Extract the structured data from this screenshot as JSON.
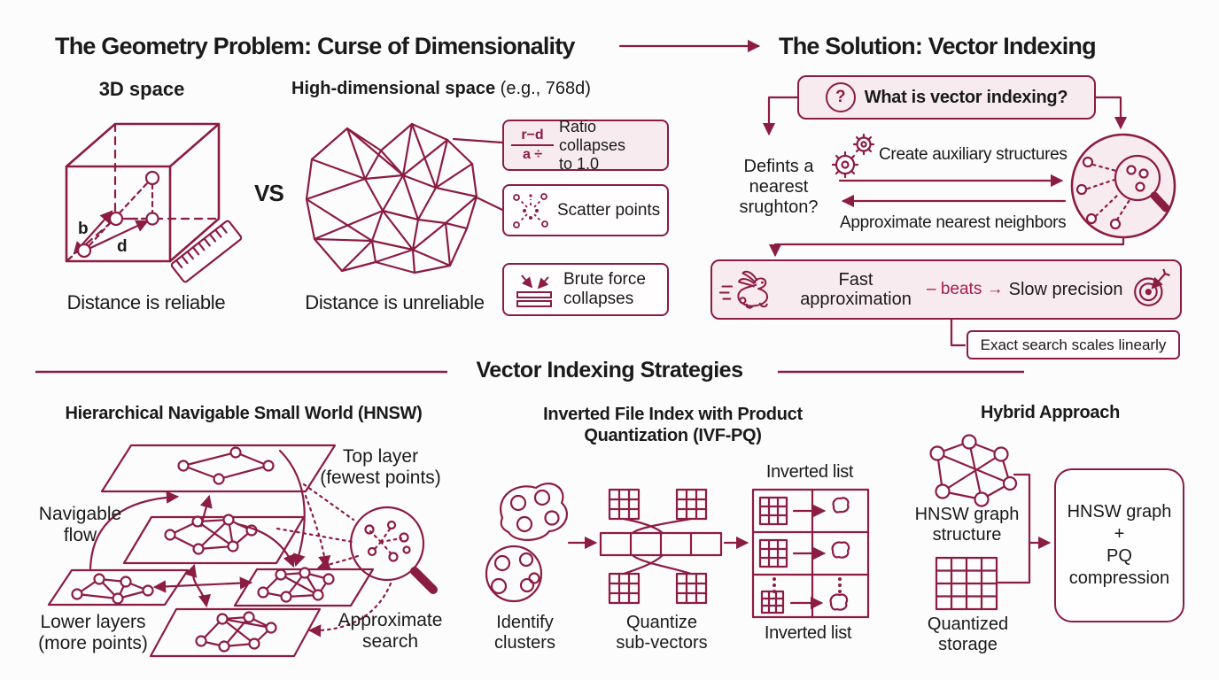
{
  "colors": {
    "maroon": "#8b1c42",
    "accent": "#a61e4d",
    "pink_fill": "#f7ebef",
    "text": "#1a1a1a",
    "background": "#fdfcfc"
  },
  "header": {
    "problem_title": "The Geometry Problem: Curse of Dimensionality",
    "solution_title": "The Solution: Vector Indexing"
  },
  "geometry": {
    "space_3d": "3D space",
    "high_dim": "High-dimensional space",
    "high_dim_note": "(e.g., 768d)",
    "versus": "VS",
    "edge_b": "b",
    "edge_d": "d",
    "reliable": "Distance is reliable",
    "unreliable": "Distance is unreliable",
    "ratio_numerator": "r−d",
    "ratio_denominator": "a ÷",
    "ratio_line1": "Ratio collapses",
    "ratio_line2": "to 1.0",
    "scatter_label": "Scatter points",
    "brute_line1": "Brute force",
    "brute_line2": "collapses"
  },
  "solution": {
    "question_mark": "?",
    "question": "What is vector indexing?",
    "defines_line1": "Defints a",
    "defines_line2": "nearest",
    "defines_line3": "srughton?",
    "create_structures": "Create auxiliary structures",
    "approx_neighbors": "Approximate nearest neighbors",
    "fast_line1": "Fast",
    "fast_line2": "approximation",
    "beats": "– beats →",
    "slow": "Slow precision",
    "exact": "Exact search scales linearly"
  },
  "strategies": {
    "divider_title": "Vector Indexing Strategies",
    "hnsw": {
      "title": "Hierarchical Navigable Small World (HNSW)",
      "top_layer_line1": "Top layer",
      "top_layer_line2": "(fewest points)",
      "flow_line1": "Navigable",
      "flow_line2": "flow",
      "lower_line1": "Lower layers",
      "lower_line2": "(more points)",
      "approx_line1": "Approximate",
      "approx_line2": "search"
    },
    "ivfpq": {
      "title_line1": "Inverted File Index with Product",
      "title_line2": "Quantization (IVF-PQ)",
      "inverted_list_top": "Inverted list",
      "identify_line1": "Identify",
      "identify_line2": "clusters",
      "quantize_line1": "Quantize",
      "quantize_line2": "sub-vectors",
      "inverted_list_bottom": "Inverted list"
    },
    "hybrid": {
      "title": "Hybrid Approach",
      "graph_line1": "HNSW graph",
      "graph_line2": "structure",
      "storage_line1": "Quantized",
      "storage_line2": "storage",
      "result_line1": "HNSW graph",
      "result_line2": "+",
      "result_line3": "PQ",
      "result_line4": "compression"
    }
  }
}
